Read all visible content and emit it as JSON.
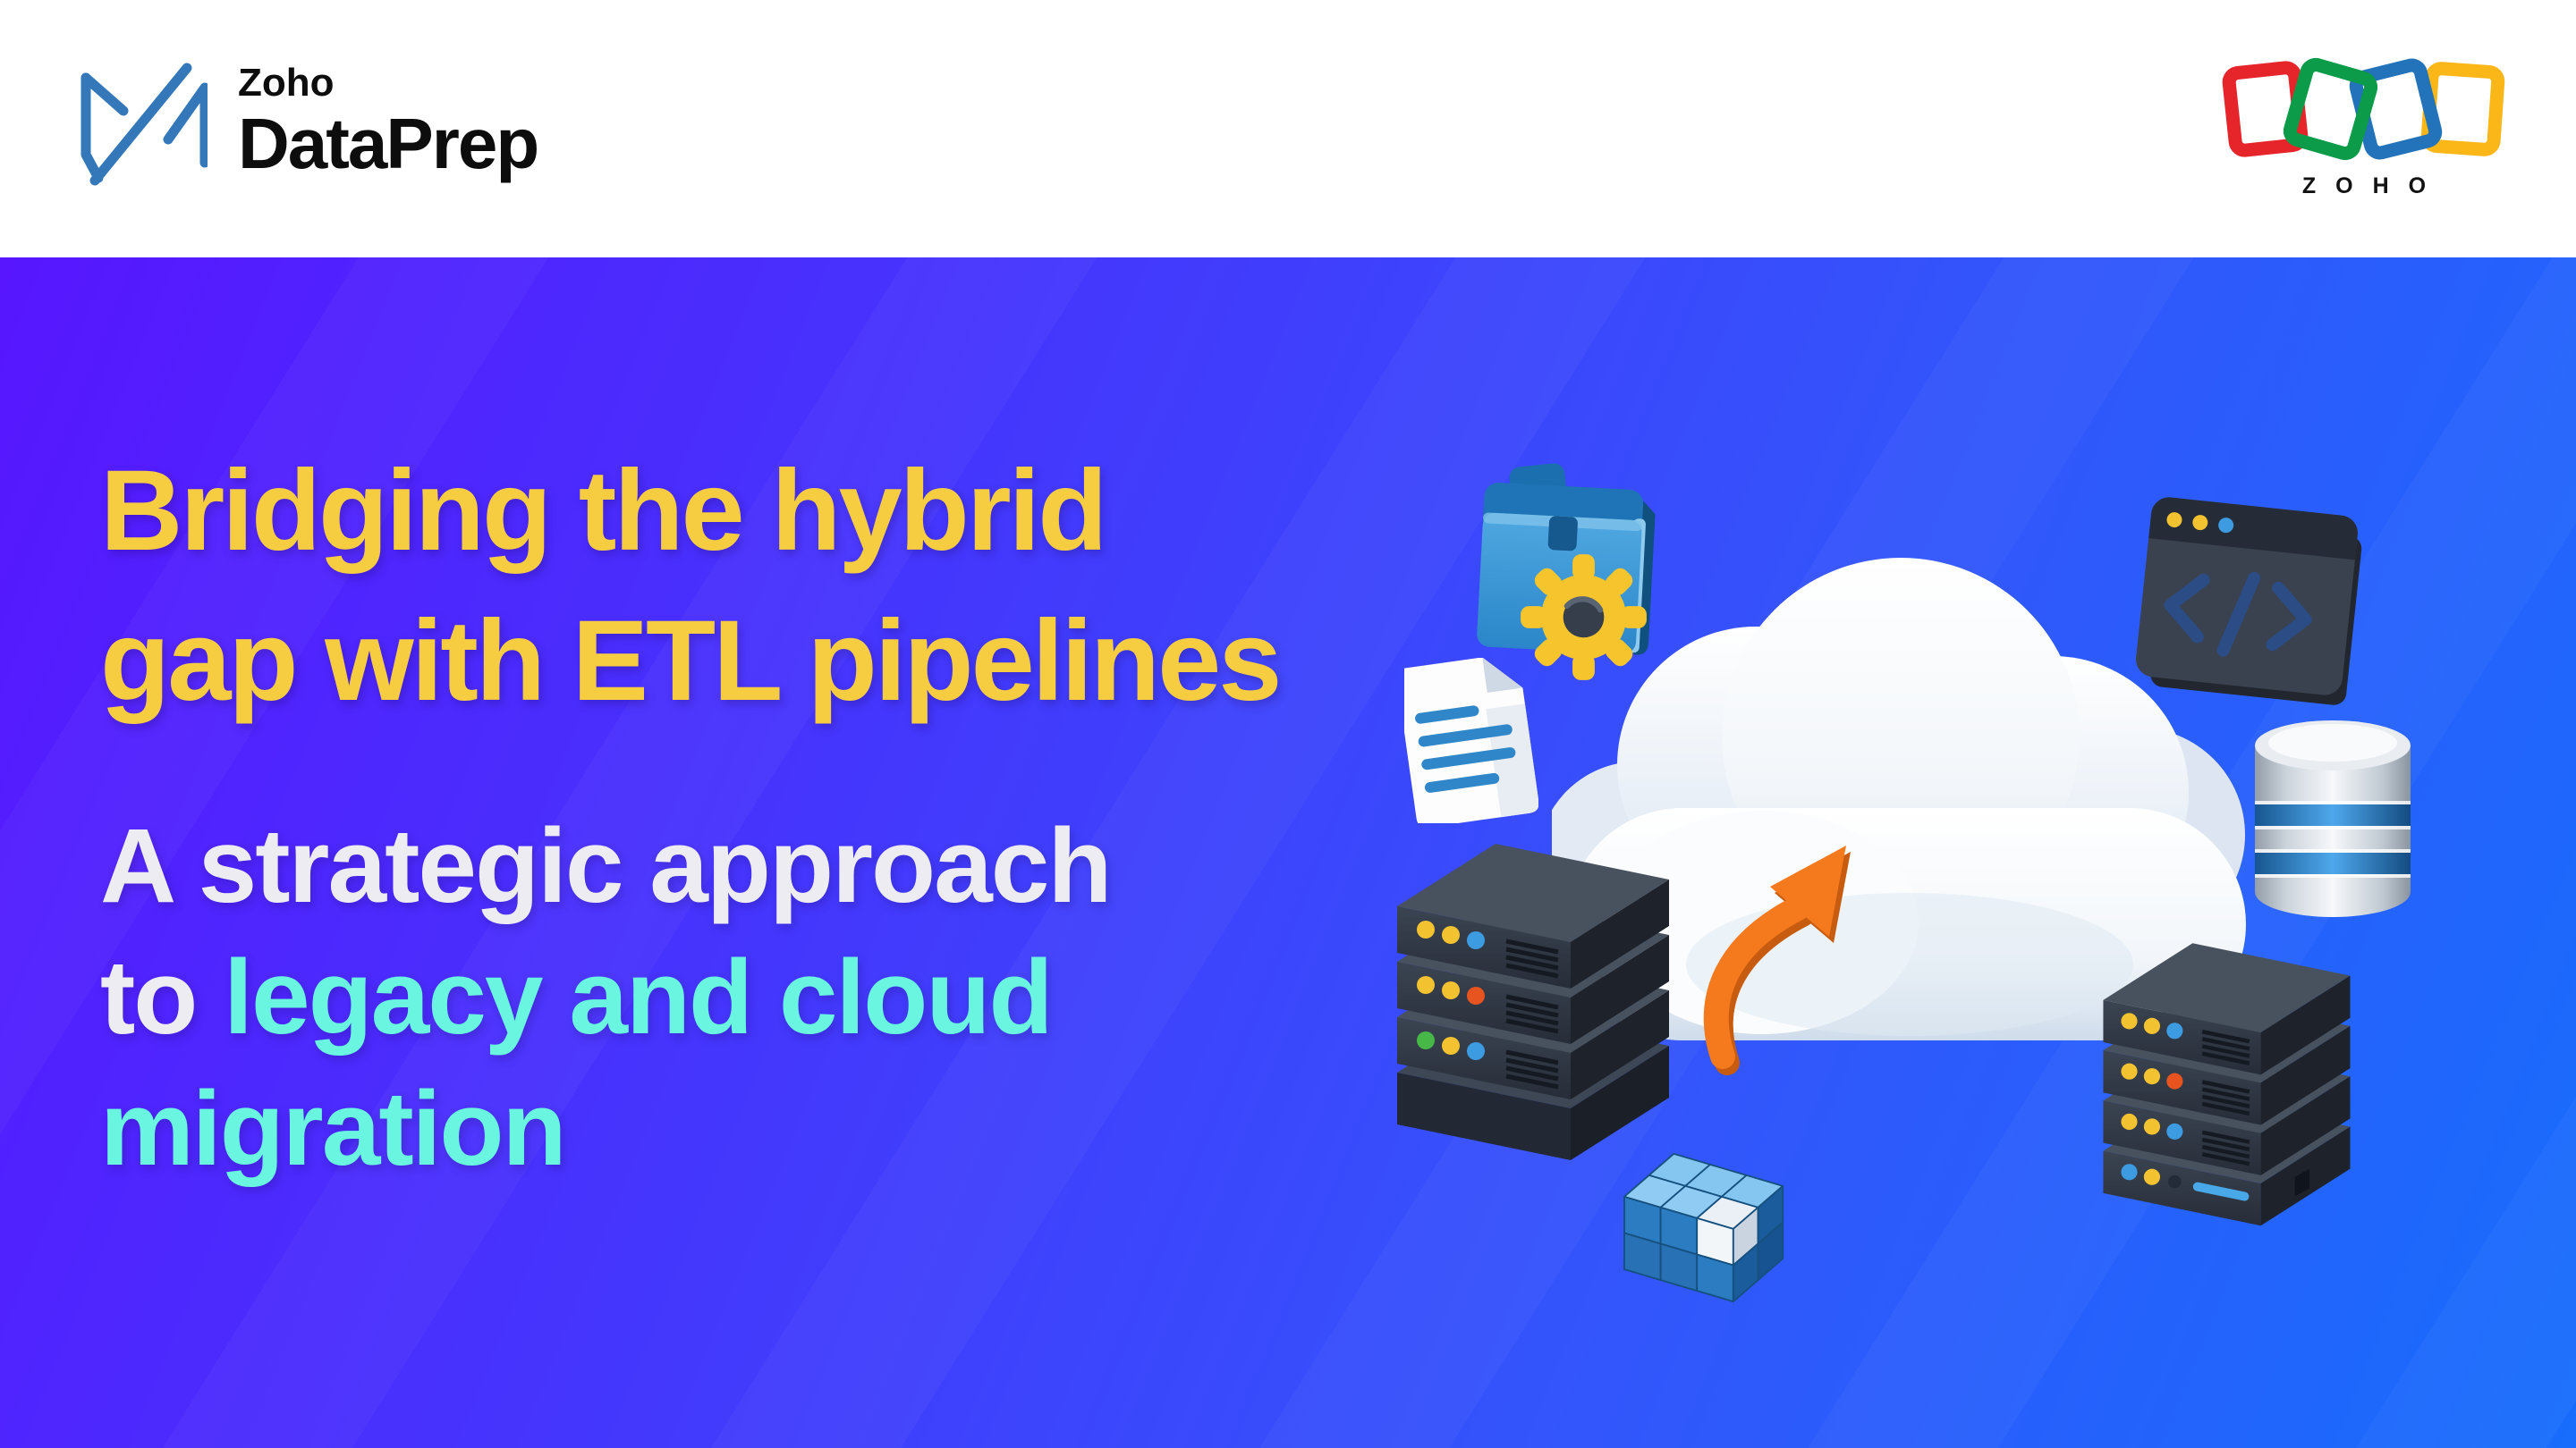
{
  "header": {
    "dataprep_logo": {
      "brand_top": "Zoho",
      "brand_bottom": "DataPrep"
    },
    "zoho_logo": {
      "wordmark": "ZOHO"
    }
  },
  "hero": {
    "headline": {
      "line1": "Bridging the hybrid",
      "line2": "gap with ETL pipelines"
    },
    "subheadline": {
      "line1": "A strategic approach",
      "line2_prefix": "to ",
      "line2_accent": "legacy and cloud",
      "line3_accent": "migration"
    }
  },
  "illustration": {
    "icons": [
      "cloud-icon",
      "folder-gear-icon",
      "gear-icon",
      "document-icon",
      "code-window-icon",
      "database-icon",
      "server-stack-left-icon",
      "server-stack-right-icon",
      "data-cube-icon",
      "migration-arrow-icon"
    ]
  },
  "colors": {
    "header_bg": "#FFFFFF",
    "gradient_start": "#5716FE",
    "gradient_end": "#186DFC",
    "headline_yellow": "#F6CC41",
    "subheadline_white": "#EDECF3",
    "subheadline_accent": "#69F5E0",
    "brand_mark_blue": "#3478B9",
    "zoho_red": "#E5252A",
    "zoho_green": "#0B9B49",
    "zoho_blue": "#2273B9",
    "zoho_yellow": "#FBB618",
    "arrow_orange": "#F5791D"
  }
}
